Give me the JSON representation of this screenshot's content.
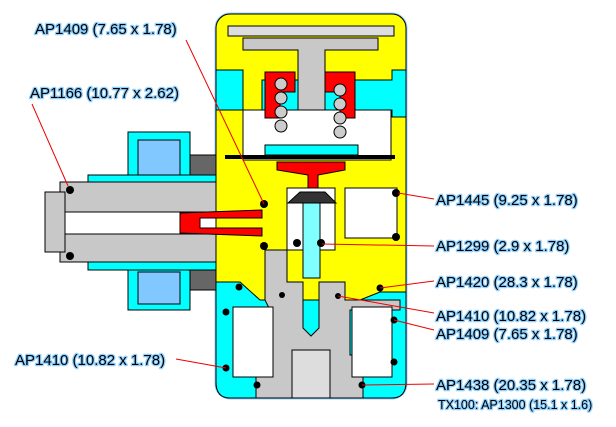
{
  "labels": {
    "ap1409_top": "AP1409 (7.65 x 1.78)",
    "ap1166": "AP1166 (10.77 x 2.62)",
    "ap1445": "AP1445 (9.25 x 1.78)",
    "ap1299": "AP1299 (2.9 x 1.78)",
    "ap1420": "AP1420 (28.3 x 1.78)",
    "ap1410_right": "AP1410 (10.82 x 1.78)",
    "ap1409_right": "AP1409 (7.65 x 1.78)",
    "ap1410_left": "AP1410 (10.82 x 1.78)",
    "ap1438": "AP1438 (20.35 x 1.78)",
    "tx100": "TX100: AP1300 (15.1 x 1.6)"
  },
  "colors": {
    "body_yellow": "#ffff00",
    "cap_cyan": "#00ffff",
    "part_gray": "#c8c8c8",
    "seal_red": "#ff0000",
    "leader_red": "#e00000",
    "nut_blue": "#80c8ff"
  }
}
